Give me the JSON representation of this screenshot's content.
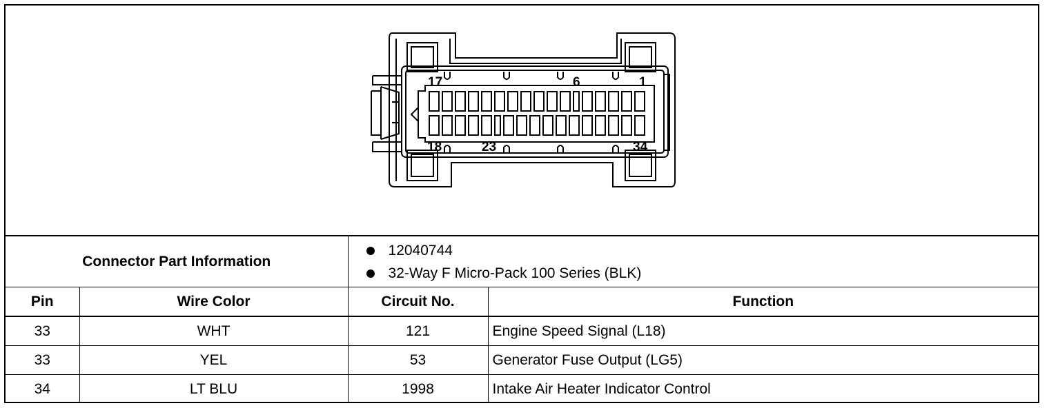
{
  "connector": {
    "pin_labels": {
      "top_left": "17",
      "top_mid": "6",
      "top_right": "1",
      "bottom_left": "18",
      "bottom_mid": "23",
      "bottom_right": "34"
    }
  },
  "part_info": {
    "label": "Connector Part Information",
    "items": [
      "12040744",
      "32-Way F Micro-Pack 100 Series (BLK)"
    ]
  },
  "table": {
    "headers": {
      "pin": "Pin",
      "wire_color": "Wire Color",
      "circuit": "Circuit No.",
      "function": "Function"
    },
    "rows": [
      {
        "pin": "33",
        "wire_color": "WHT",
        "circuit": "121",
        "function": "Engine Speed Signal (L18)"
      },
      {
        "pin": "33",
        "wire_color": "YEL",
        "circuit": "53",
        "function": "Generator Fuse Output (LG5)"
      },
      {
        "pin": "34",
        "wire_color": "LT BLU",
        "circuit": "1998",
        "function": "Intake Air Heater Indicator Control"
      }
    ]
  }
}
